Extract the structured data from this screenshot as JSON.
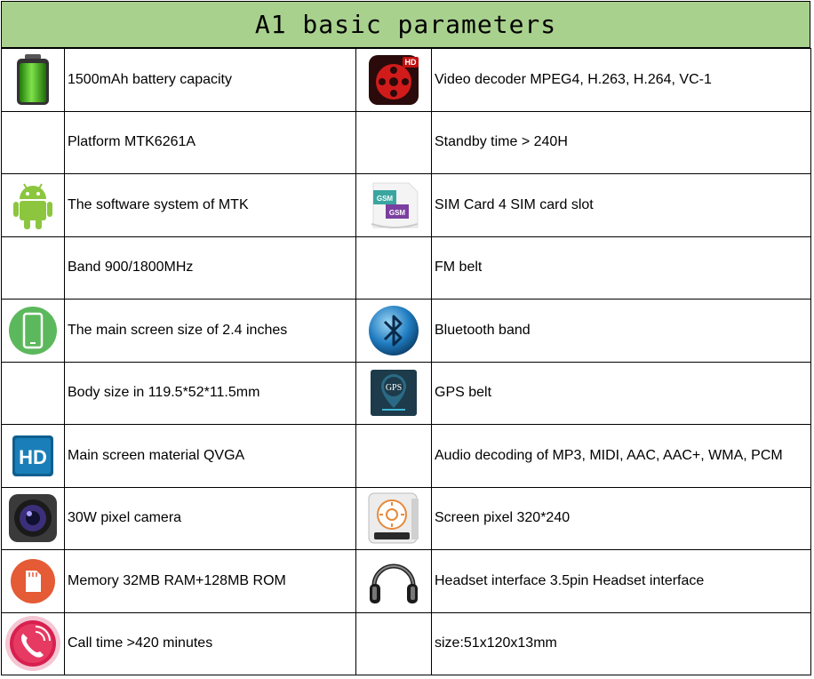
{
  "title": "A1 basic parameters",
  "rows": [
    {
      "left": {
        "icon": "battery-icon",
        "text": "1500mAh battery capacity"
      },
      "right": {
        "icon": "video-hd-icon",
        "text": "Video decoder MPEG4, H.263, H.264, VC-1"
      }
    },
    {
      "left": {
        "icon": "",
        "text": "Platform MTK6261A"
      },
      "right": {
        "icon": "",
        "text": "Standby time > 240H"
      }
    },
    {
      "left": {
        "icon": "android-icon",
        "text": "The software system of MTK"
      },
      "right": {
        "icon": "gsm-sim-icon",
        "text": "SIM Card  4 SIM card slot"
      }
    },
    {
      "left": {
        "icon": "",
        "text": "Band 900/1800MHz"
      },
      "right": {
        "icon": "",
        "text": "FM belt"
      }
    },
    {
      "left": {
        "icon": "phone-screen-icon",
        "text": "The main screen size of 2.4 inches"
      },
      "right": {
        "icon": "bluetooth-icon",
        "text": "Bluetooth band"
      }
    },
    {
      "left": {
        "icon": "",
        "text": "Body size in 119.5*52*11.5mm"
      },
      "right": {
        "icon": "gps-icon",
        "text": "GPS belt"
      }
    },
    {
      "left": {
        "icon": "hd-icon",
        "text": "Main screen material QVGA"
      },
      "right": {
        "icon": "",
        "text": "Audio decoding of MP3, MIDI, AAC, AAC+, WMA, PCM"
      }
    },
    {
      "left": {
        "icon": "camera-icon",
        "text": "30W pixel camera"
      },
      "right": {
        "icon": "brightness-icon",
        "text": "Screen pixel 320*240"
      }
    },
    {
      "left": {
        "icon": "sd-card-icon",
        "text": "Memory 32MB RAM+128MB ROM"
      },
      "right": {
        "icon": "headphones-icon",
        "text": "Headset interface 3.5pin Headset interface"
      }
    },
    {
      "left": {
        "icon": "call-icon",
        "text": "Call time >420 minutes"
      },
      "right": {
        "icon": "",
        "text": "size:51x120x13mm"
      }
    }
  ],
  "gsm_label": "GSM"
}
